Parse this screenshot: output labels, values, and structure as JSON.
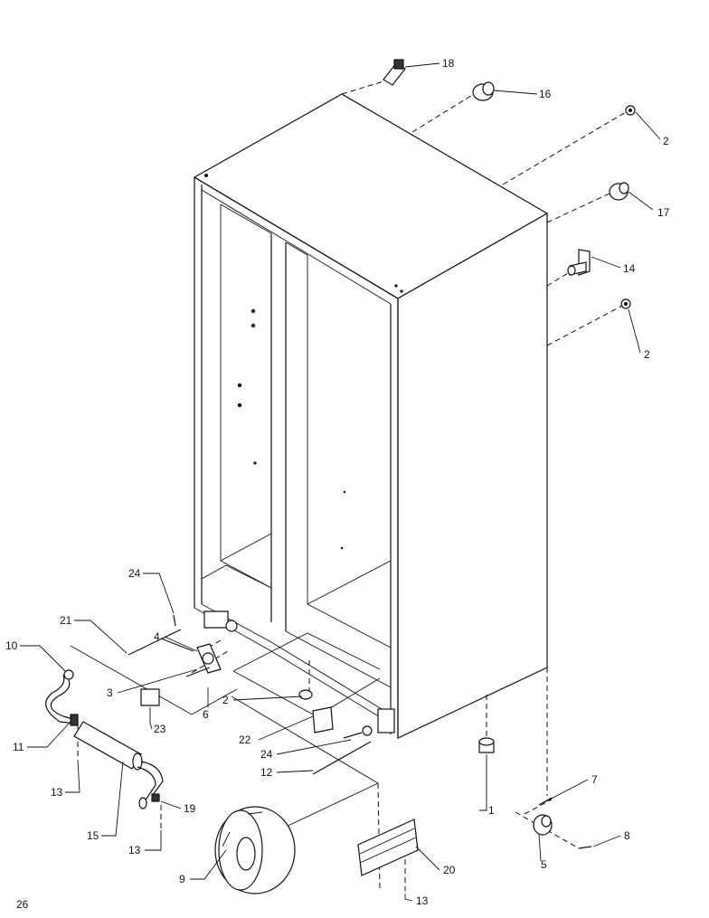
{
  "diagram": {
    "page_number": "26",
    "labels": [
      {
        "id": "c1",
        "text": "18"
      },
      {
        "id": "c2",
        "text": "16"
      },
      {
        "id": "c3",
        "text": "2"
      },
      {
        "id": "c4",
        "text": "17"
      },
      {
        "id": "c5",
        "text": "14"
      },
      {
        "id": "c6",
        "text": "2"
      },
      {
        "id": "c7",
        "text": "24"
      },
      {
        "id": "c8",
        "text": "21"
      },
      {
        "id": "c9",
        "text": "10"
      },
      {
        "id": "c10",
        "text": "4"
      },
      {
        "id": "c11",
        "text": "3"
      },
      {
        "id": "c12",
        "text": "23"
      },
      {
        "id": "c13",
        "text": "6"
      },
      {
        "id": "c14",
        "text": "2"
      },
      {
        "id": "c15",
        "text": "22"
      },
      {
        "id": "c16",
        "text": "24"
      },
      {
        "id": "c17",
        "text": "12"
      },
      {
        "id": "c18",
        "text": "11"
      },
      {
        "id": "c19",
        "text": "13"
      },
      {
        "id": "c20",
        "text": "15"
      },
      {
        "id": "c21",
        "text": "19"
      },
      {
        "id": "c22",
        "text": "13"
      },
      {
        "id": "c23",
        "text": "9"
      },
      {
        "id": "c24",
        "text": "20"
      },
      {
        "id": "c25",
        "text": "13"
      },
      {
        "id": "c26",
        "text": "1"
      },
      {
        "id": "c27",
        "text": "7"
      },
      {
        "id": "c28",
        "text": "8"
      },
      {
        "id": "c29",
        "text": "5"
      }
    ]
  }
}
